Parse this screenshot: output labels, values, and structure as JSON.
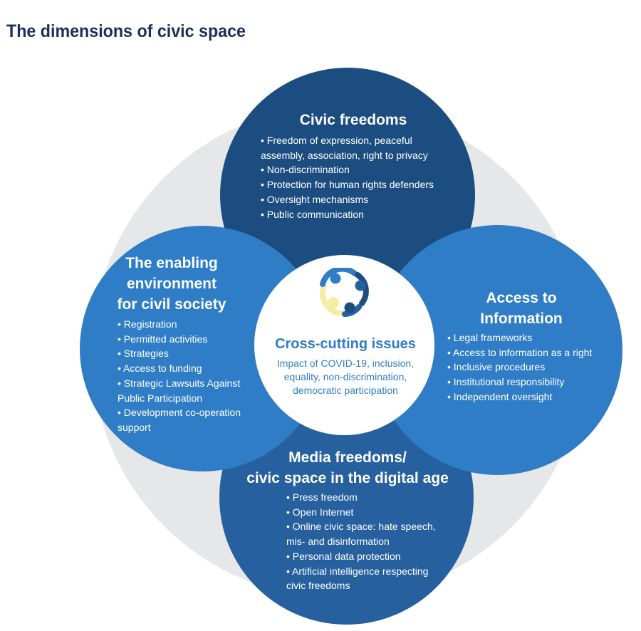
{
  "title": "The dimensions of civic space",
  "center": {
    "title": "Cross-cutting issues",
    "text": "Impact of COVID-19, inclusion,\nequality, non-discrimination,\ndemocratic participation",
    "icon": "people-circle-icon"
  },
  "dimensions": {
    "civic_freedoms": {
      "heading": "Civic freedoms",
      "items": [
        "Freedom of expression, peaceful\nassembly, association, right to privacy",
        "Non-discrimination",
        "Protection for human rights defenders",
        "Oversight mechanisms",
        "Public communication"
      ]
    },
    "enabling_environment": {
      "heading": "The enabling\nenvironment\nfor civil society",
      "items": [
        "Registration",
        "Permitted activities",
        "Strategies",
        "Access to funding",
        "Strategic Lawsuits Against\nPublic Participation",
        "Development co-operation\nsupport"
      ]
    },
    "access_information": {
      "heading": "Access to\nInformation",
      "items": [
        "Legal frameworks",
        "Access to information as a right",
        "Inclusive procedures",
        "Institutional responsibility",
        "Independent oversight"
      ]
    },
    "media_freedoms": {
      "heading": "Media freedoms/\ncivic space in the digital age",
      "items": [
        "Press freedom",
        "Open Internet",
        "Online civic space: hate speech,\nmis- and disinformation",
        "Personal data protection",
        "Artificial intelligence respecting\ncivic freedoms"
      ]
    }
  },
  "colors": {
    "title": "#1b2f5c",
    "dark_blue": "#1c4d80",
    "mid_blue": "#26609f",
    "light_blue": "#2f7dc6",
    "yellow": "#f4eda3",
    "backdrop": "#e6e7e9"
  }
}
